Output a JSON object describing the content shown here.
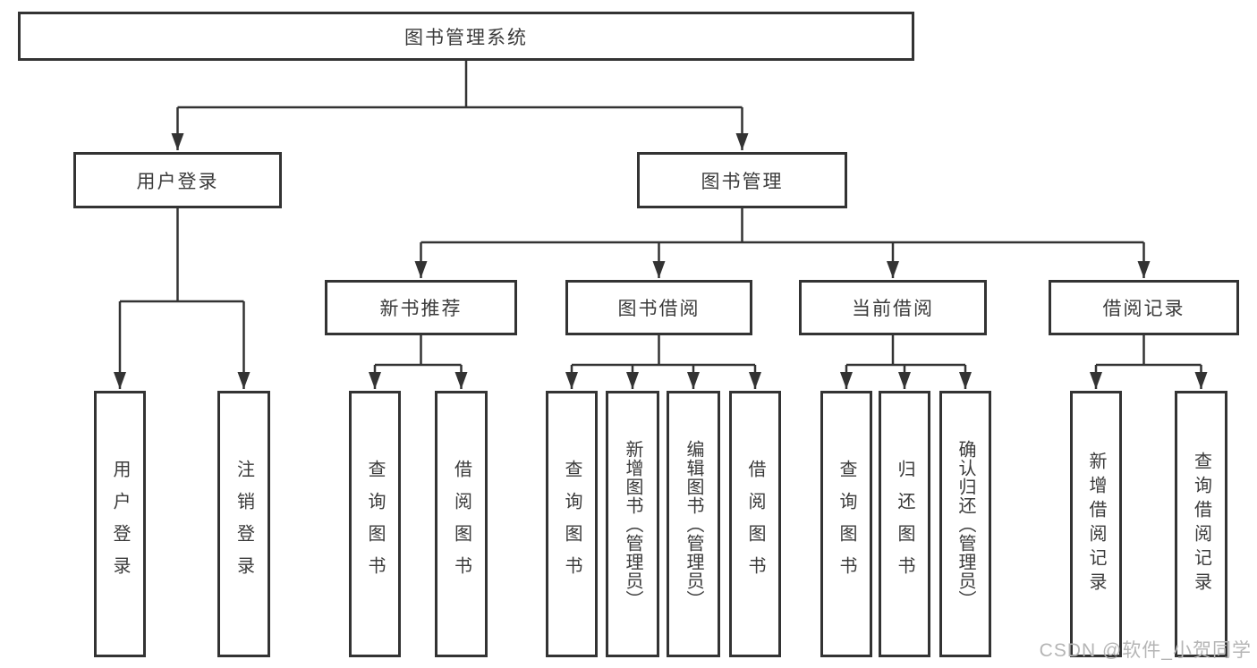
{
  "diagram": {
    "title": "图书管理系统",
    "root": {
      "label": "图书管理系统"
    },
    "level2": [
      {
        "label": "用户登录"
      },
      {
        "label": "图书管理"
      }
    ],
    "level3": [
      {
        "label": "新书推荐"
      },
      {
        "label": "图书借阅"
      },
      {
        "label": "当前借阅"
      },
      {
        "label": "借阅记录"
      }
    ],
    "leaves": {
      "user_login": [
        {
          "label": "用户登录"
        },
        {
          "label": "注销登录"
        }
      ],
      "new_book": [
        {
          "label": "查询图书"
        },
        {
          "label": "借阅图书"
        }
      ],
      "book_borrow": [
        {
          "label": "查询图书"
        },
        {
          "label": "新增图书（管理员）"
        },
        {
          "label": "编辑图书（管理员）"
        },
        {
          "label": "借阅图书"
        }
      ],
      "current_borrow": [
        {
          "label": "查询图书"
        },
        {
          "label": "归还图书"
        },
        {
          "label": "确认归还（管理员）"
        }
      ],
      "borrow_records": [
        {
          "label": "新增借阅记录"
        },
        {
          "label": "查询借阅记录"
        }
      ]
    },
    "colors": {
      "box_border": "#333333",
      "box_fill": "#ffffff",
      "text": "#3b3b3b",
      "line": "#333333",
      "watermark": "#b5b5b5"
    },
    "watermark": "CSDN @软件_小贺同学"
  }
}
